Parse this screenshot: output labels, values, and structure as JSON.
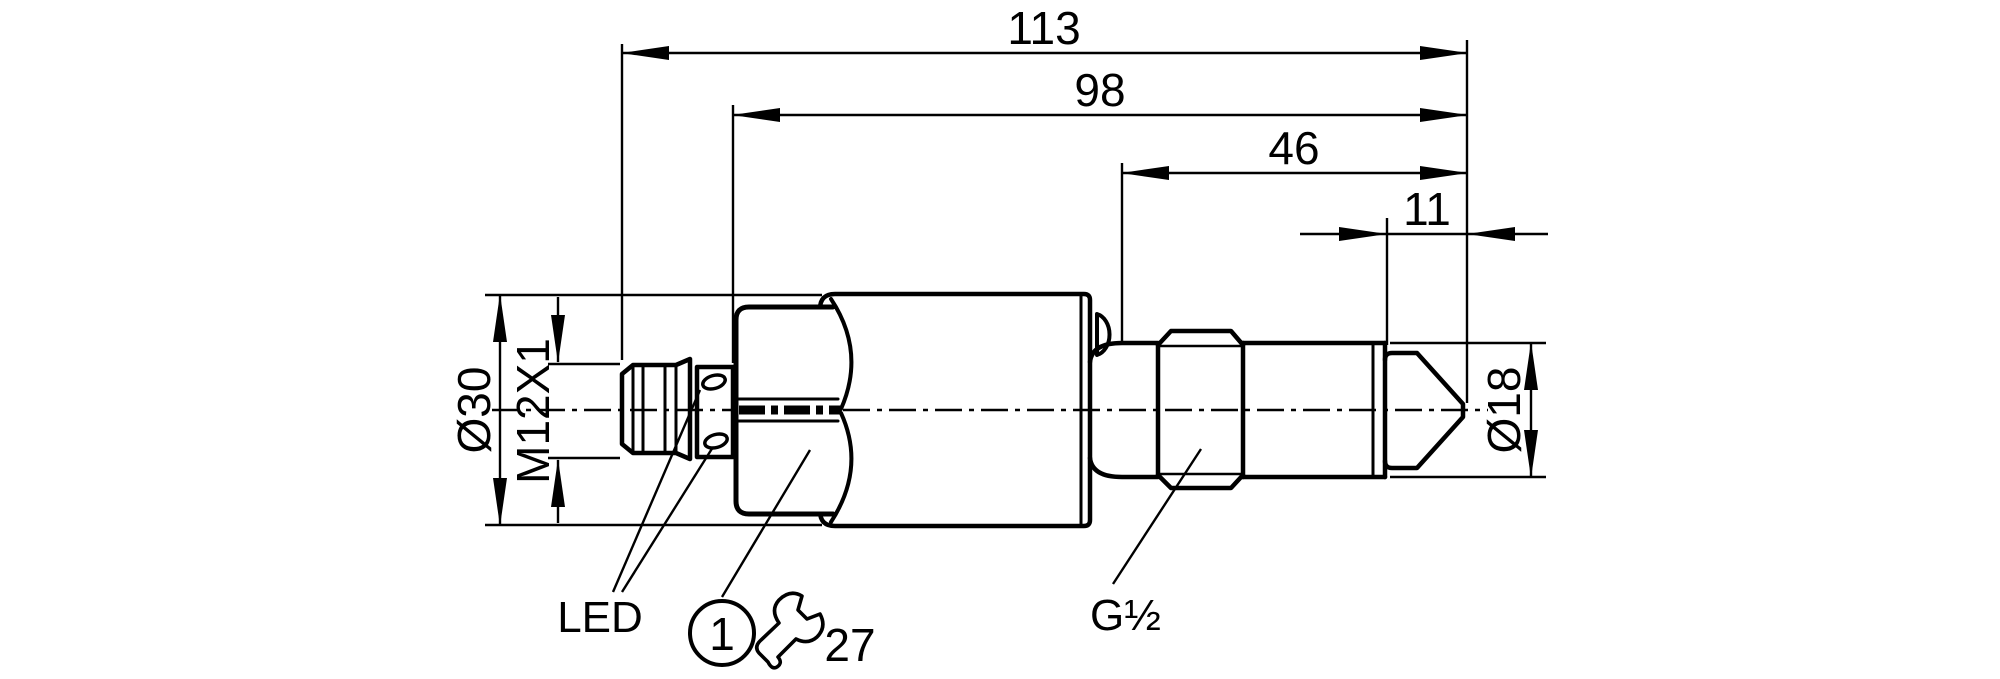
{
  "drawing": {
    "kind": "dimensional technical drawing of a sensor with M12 connector and G1/2 process connection",
    "colors": {
      "line": "#000000",
      "background": "#ffffff"
    },
    "dimensions": {
      "total_length": "113",
      "housing_length": "98",
      "front_length": "46",
      "tip_length": "11",
      "housing_diameter": "Ø30",
      "connector_thread": "M12X1",
      "tip_diameter": "Ø18"
    },
    "labels": {
      "led": "LED",
      "note_marker": "1",
      "wrench_size": "27",
      "process_connection": "G½"
    }
  }
}
